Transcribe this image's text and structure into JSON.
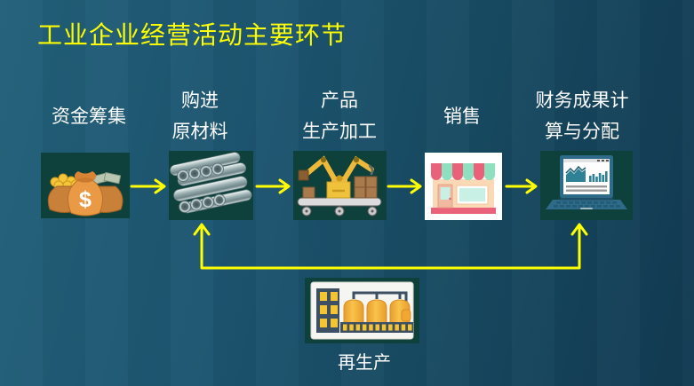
{
  "slide": {
    "title": "工业企业经营活动主要环节",
    "colors": {
      "background_left": "#226079",
      "background_right": "#113a52",
      "accent_yellow": "#ffff00",
      "label_white": "#ffffff",
      "tile_teal": "#0e403c"
    }
  },
  "flow": {
    "steps": [
      {
        "label_lines": [
          "资金筹集"
        ],
        "icon": "money-bags-icon",
        "bag_symbol": "$"
      },
      {
        "label_lines": [
          "购进",
          "原材料"
        ],
        "icon": "steel-pipes-icon"
      },
      {
        "label_lines": [
          "产品",
          "生产加工"
        ],
        "icon": "robotic-arm-conveyor-icon"
      },
      {
        "label_lines": [
          "销售"
        ],
        "icon": "storefront-icon"
      },
      {
        "label_lines": [
          "财务成果计",
          "算与分配"
        ],
        "icon": "laptop-charts-icon"
      }
    ],
    "arrows": [
      "funding→purchase",
      "purchase→production",
      "production→sales",
      "sales→finance",
      "finance/purchase loopback"
    ],
    "reproduction": {
      "label": "再生产",
      "icon": "factory-icon"
    }
  }
}
